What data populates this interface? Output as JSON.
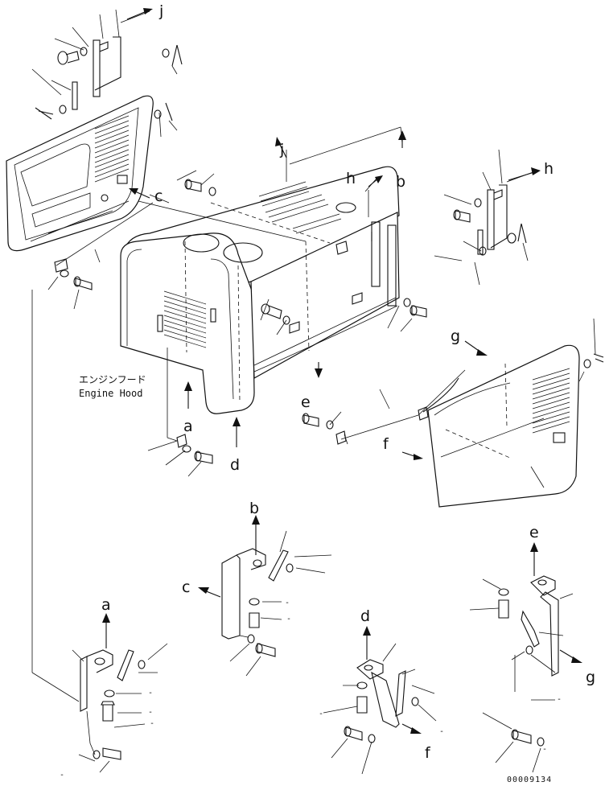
{
  "caption": {
    "jp": "エンジンフード",
    "en": "Engine Hood"
  },
  "figure_code": "00009134",
  "view_labels": {
    "a": "a",
    "b": "b",
    "c": "c",
    "d": "d",
    "e": "e",
    "f": "f",
    "g": "g",
    "h": "h",
    "j": "j"
  },
  "callout_dash": "-"
}
